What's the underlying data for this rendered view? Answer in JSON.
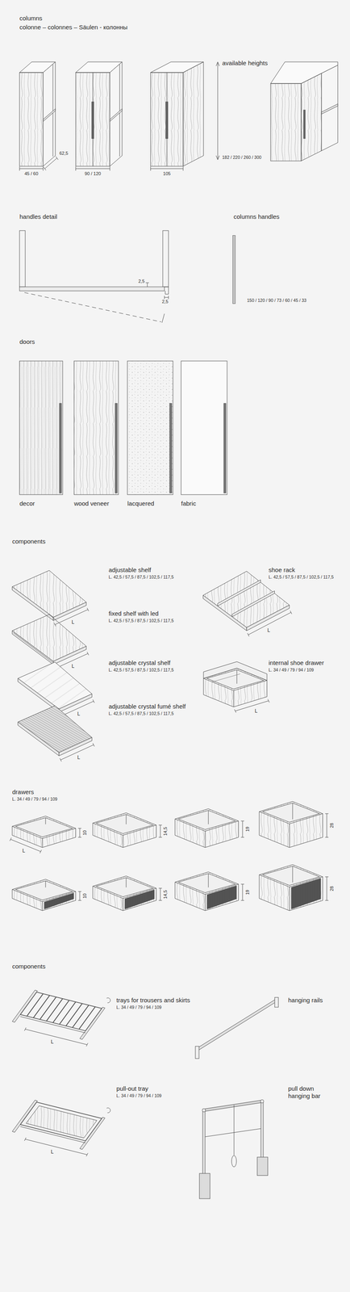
{
  "diagram": {
    "labels": [
      "columns",
      "colonne – colonnes – Säulen - колонны",
      "available heights",
      "62,5",
      "45 / 60",
      "90 / 120",
      "105",
      "182 / 220 / 260 / 300",
      "handles detail",
      "columns handles",
      "2,5",
      "2,5",
      "150 / 120 / 90 / 73 / 60 / 45 / 33",
      "doors",
      "decor",
      "wood veneer",
      "lacquered",
      "fabric",
      "components",
      "adjustable shelf",
      "L. 42,5 / 57,5 / 87,5 / 102,5 / 117,5",
      "L",
      "fixed shelf with led",
      "L. 42,5 / 57,5 / 87,5 / 102,5 / 117,5",
      "L",
      "adjustable crystal shelf",
      "L. 42,5 / 57,5 / 87,5 / 102,5 / 117,5",
      "L",
      "adjustable crystal fumé shelf",
      "L. 42,5 / 57,5 / 87,5 / 102,5 / 117,5",
      "L",
      "shoe rack",
      "L. 42,5 / 57,5 / 87,5 / 102,5 / 117,5",
      "L",
      "internal shoe drawer",
      "L. 34 / 49 / 79 / 94 / 109",
      "L",
      "drawers",
      "L. 34 / 49 / 79 / 94 / 109",
      "L",
      "10",
      "14,5",
      "19",
      "28",
      "10",
      "14,5",
      "19",
      "28",
      "components",
      "trays for trousers and skirts",
      "L. 34 / 49 / 79 / 94 / 109",
      "L",
      "hanging rails",
      "pull-out tray",
      "L. 34 / 49 / 79 / 94 / 109",
      "L",
      "pull down hanging bar"
    ]
  }
}
